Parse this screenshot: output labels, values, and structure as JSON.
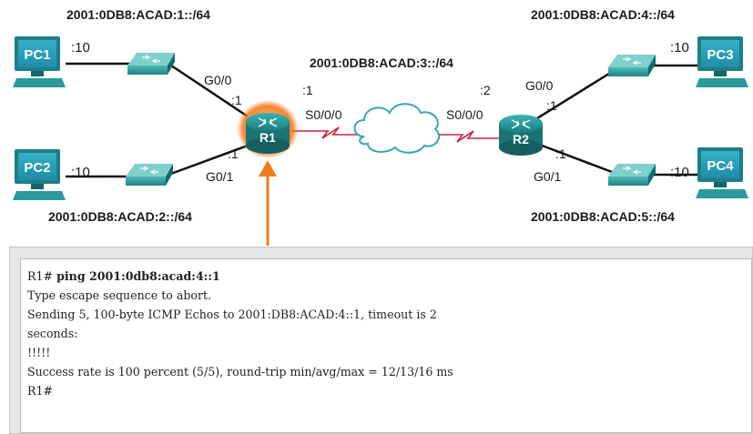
{
  "networks": {
    "lan1": "2001:0DB8:ACAD:1::/64",
    "lan2": "2001:0DB8:ACAD:2::/64",
    "wan": "2001:0DB8:ACAD:3::/64",
    "lan4": "2001:0DB8:ACAD:4::/64",
    "lan5": "2001:0DB8:ACAD:5::/64"
  },
  "devices": {
    "pc1": "PC1",
    "pc2": "PC2",
    "pc3": "PC3",
    "pc4": "PC4",
    "r1": "R1",
    "r2": "R2"
  },
  "hosts": {
    "pc1": ":10",
    "pc2": ":10",
    "pc3": ":10",
    "pc4": ":10"
  },
  "r1": {
    "g00": "G0/0",
    "g00_host": ":1",
    "g01": "G0/1",
    "g01_host": ":1",
    "s000": "S0/0/0",
    "s000_host": ":1"
  },
  "r2": {
    "g00": "G0/0",
    "g00_host": ":1",
    "g01": "G0/1",
    "g01_host": ":1",
    "s000": "S0/0/0",
    "s000_host": ":2"
  },
  "console": {
    "prompt": "R1#",
    "command": "ping 2001:0db8:acad:4::1",
    "lines": [
      "Type escape sequence to abort.",
      "Sending 5, 100-byte ICMP Echos to 2001:DB8:ACAD:4::1, timeout is 2",
      "seconds:",
      "!!!!!",
      "Success rate is 100 percent (5/5), round-trip min/avg/max = 12/13/16 ms",
      "R1#"
    ]
  },
  "colors": {
    "device_teal": "#1f8c8c",
    "highlight": "#f07c1e",
    "serial_link": "#d0203a"
  }
}
